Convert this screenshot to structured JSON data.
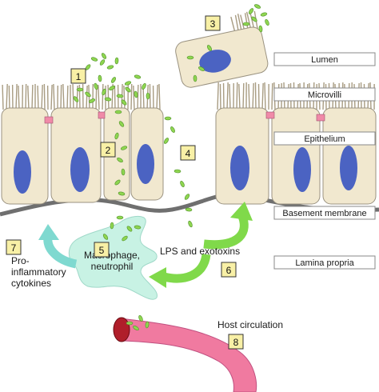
{
  "regions": {
    "lumen": "Lumen",
    "microvilli": "Microvilli",
    "epithelium": "Epithelium",
    "basement_membrane": "Basement membrane",
    "lamina_propria": "Lamina propria"
  },
  "labels": {
    "macrophage_line1": "Macrophage,",
    "macrophage_line2": "neutrophil",
    "lps": "LPS and exotoxins",
    "cytokines_line1": "Pro-",
    "cytokines_line2": "inflammatory",
    "cytokines_line3": "cytokines",
    "host_circulation": "Host circulation"
  },
  "steps": [
    "1",
    "2",
    "3",
    "4",
    "5",
    "6",
    "7",
    "8"
  ],
  "colors": {
    "cell": "#f1e8cf",
    "nucleus": "#4b63c2",
    "bacteria": "#8fd650",
    "macrophage": "#c8f2e4",
    "arrow_green": "#80d94a",
    "arrow_teal": "#7fd9d0",
    "vessel": "#f07aa0",
    "vessel_end": "#b01e2a",
    "membrane": "#777777",
    "junction": "#f08aa8",
    "step_box": "#f8f0a6"
  }
}
